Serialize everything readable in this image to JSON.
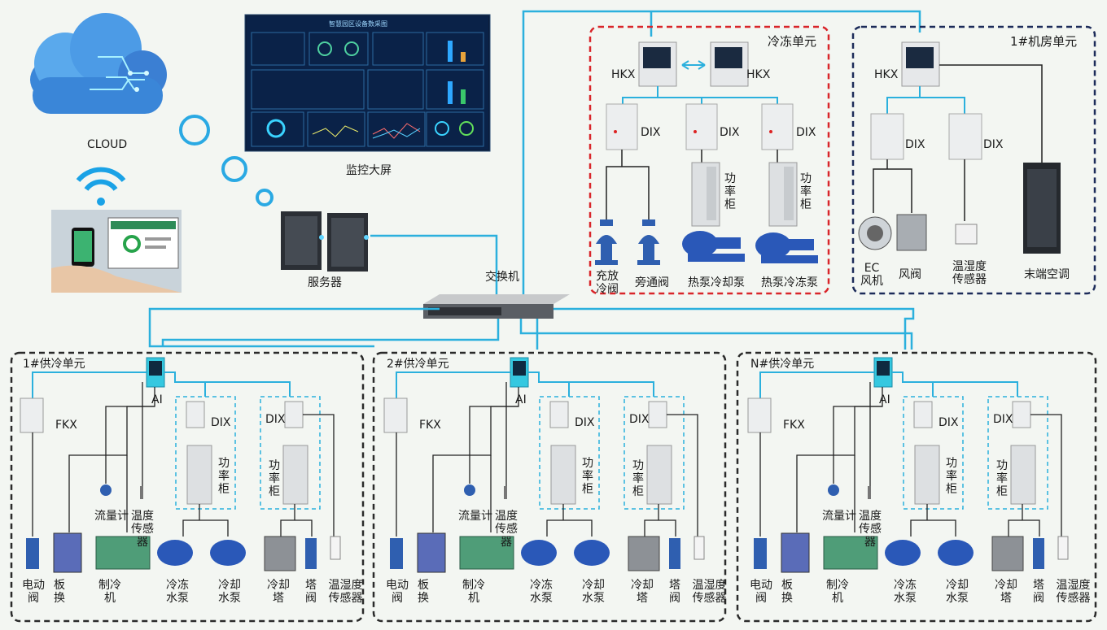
{
  "cloud": {
    "label": "CLOUD"
  },
  "monitor": {
    "label": "监控大屏",
    "title": "智慧园区设备数采图"
  },
  "server": {
    "label": "服务器"
  },
  "switch": {
    "label": "交换机"
  },
  "freeze_unit": {
    "title": "冷冻单元",
    "hkx": "HKX",
    "dix": "DIX",
    "power_cabinet": "功率柜",
    "devices": [
      "充放冷阀",
      "旁通阀",
      "热泵冷却泵",
      "热泵冷冻泵"
    ]
  },
  "room_unit": {
    "title": "1#机房单元",
    "hkx": "HKX",
    "dix": "DIX",
    "devices": [
      "EC风机",
      "风阀",
      "温湿度传感器",
      "末端空调"
    ]
  },
  "supply_units": [
    {
      "title": "1#供冷单元"
    },
    {
      "title": "2#供冷单元"
    },
    {
      "title": "N#供冷单元"
    }
  ],
  "supply_common": {
    "ai": "AI",
    "fkx": "FKX",
    "dix": "DIX",
    "power_cabinet": "功率柜",
    "flowmeter": "流量计",
    "temp_sensor": "温度传感器",
    "devices": [
      "电动阀",
      "板换",
      "制冷机",
      "冷冻水泵",
      "冷却水泵",
      "冷却塔",
      "塔阀",
      "温湿度传感器"
    ]
  },
  "colors": {
    "link": "#2bb0dd",
    "red_border": "#d9252a",
    "navy_border": "#1c2b59",
    "black_border": "#2a2a2a"
  }
}
